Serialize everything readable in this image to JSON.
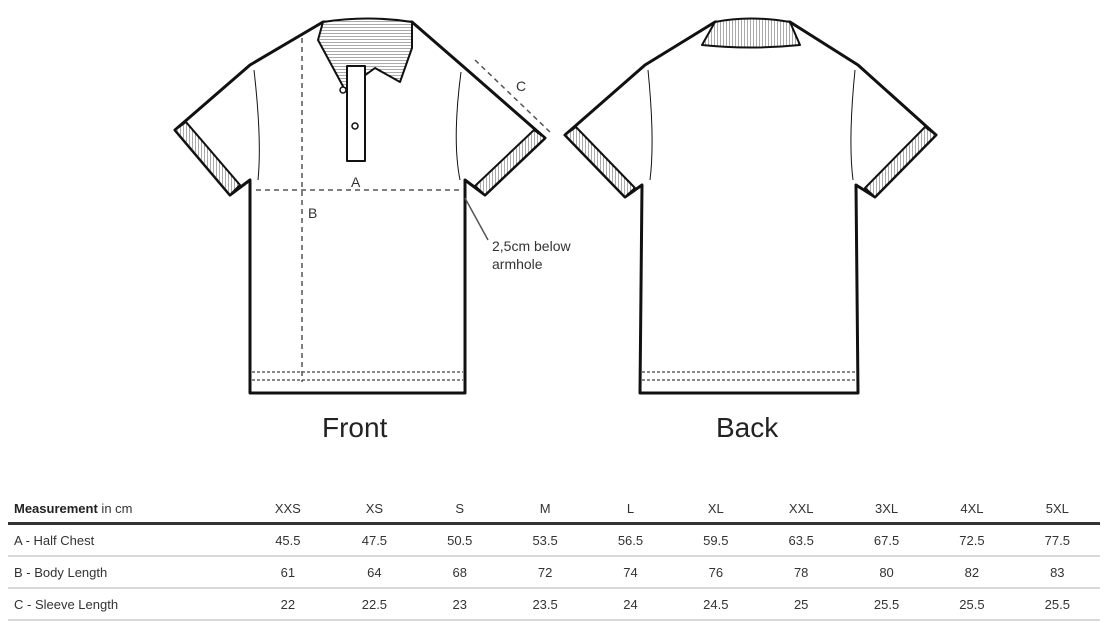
{
  "views": {
    "front": "Front",
    "back": "Back"
  },
  "annotations": {
    "a": "A",
    "b": "B",
    "c": "C",
    "chest_note_line1": "2,5cm below",
    "chest_note_line2": "armhole"
  },
  "table": {
    "header_bold": "Measurement",
    "header_rest": " in cm",
    "sizes": [
      "XXS",
      "XS",
      "S",
      "M",
      "L",
      "XL",
      "XXL",
      "3XL",
      "4XL",
      "5XL"
    ],
    "rows": [
      {
        "label": "A - Half Chest",
        "values": [
          "45.5",
          "47.5",
          "50.5",
          "53.5",
          "56.5",
          "59.5",
          "63.5",
          "67.5",
          "72.5",
          "77.5"
        ]
      },
      {
        "label": "B - Body Length",
        "values": [
          "61",
          "64",
          "68",
          "72",
          "74",
          "76",
          "78",
          "80",
          "82",
          "83"
        ]
      },
      {
        "label": "C - Sleeve Length",
        "values": [
          "22",
          "22.5",
          "23",
          "23.5",
          "24",
          "24.5",
          "25",
          "25.5",
          "25.5",
          "25.5"
        ]
      }
    ]
  }
}
